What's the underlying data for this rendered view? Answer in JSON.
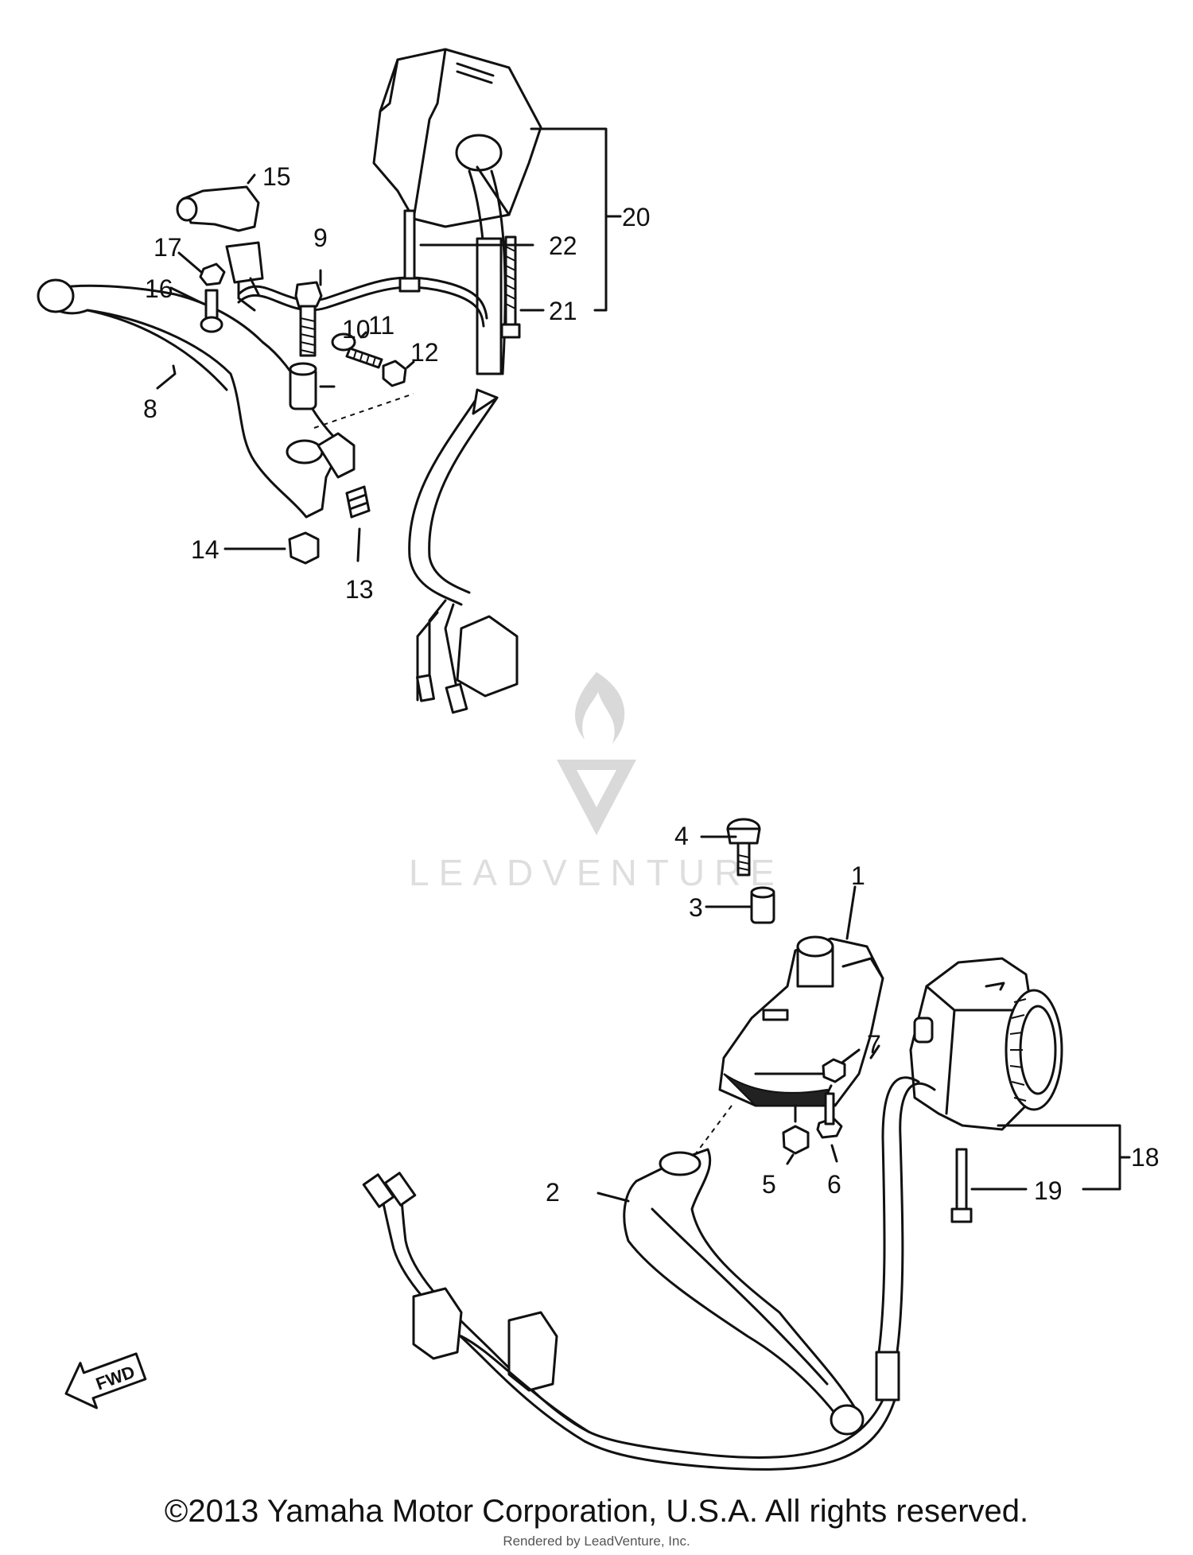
{
  "watermark": {
    "brand": "LEADVENTURE"
  },
  "fwd_badge": "FWD",
  "parts": {
    "p1": "1",
    "p2": "2",
    "p3": "3",
    "p4": "4",
    "p5": "5",
    "p6": "6",
    "p7": "7",
    "p8": "8",
    "p9": "9",
    "p10": "10",
    "p11": "11",
    "p12": "12",
    "p13": "13",
    "p14": "14",
    "p15": "15",
    "p16": "16",
    "p17": "17",
    "p18": "18",
    "p19": "19",
    "p20": "20",
    "p21": "21",
    "p22": "22"
  },
  "footer": {
    "copyright": "©2013 Yamaha Motor Corporation, U.S.A. All rights reserved.",
    "rendered_by": "Rendered by LeadVenture, Inc."
  },
  "colors": {
    "ink": "#111111",
    "watermark": "#d9d9d9",
    "background": "#ffffff"
  }
}
